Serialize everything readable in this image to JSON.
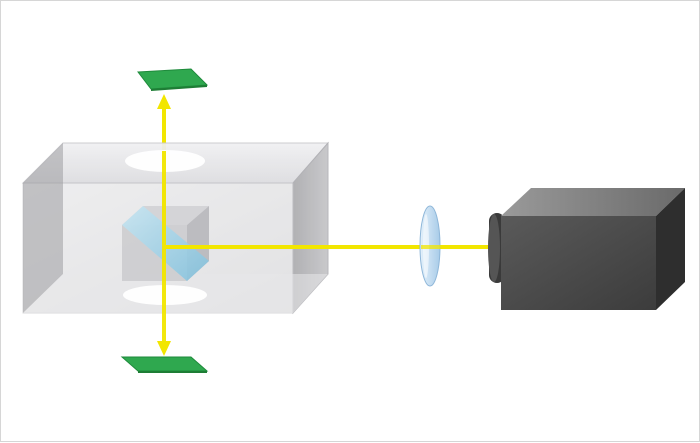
{
  "diagram": {
    "colors": {
      "beam": "#f2e600",
      "sensor": "#2fa84f",
      "housing_front": "#d4d4d6",
      "housing_side": "#b7b7b9",
      "housing_top": "#e6e6e8",
      "camera_front": "#4a4a4a",
      "camera_top": "#8a8a8a",
      "camera_side": "#2e2e2e",
      "prism": "#9ed3ea",
      "lens": "#c9e3f5"
    },
    "components": [
      "sensor-top",
      "sensor-bottom",
      "housing",
      "prism-cube",
      "lens",
      "camera"
    ]
  }
}
